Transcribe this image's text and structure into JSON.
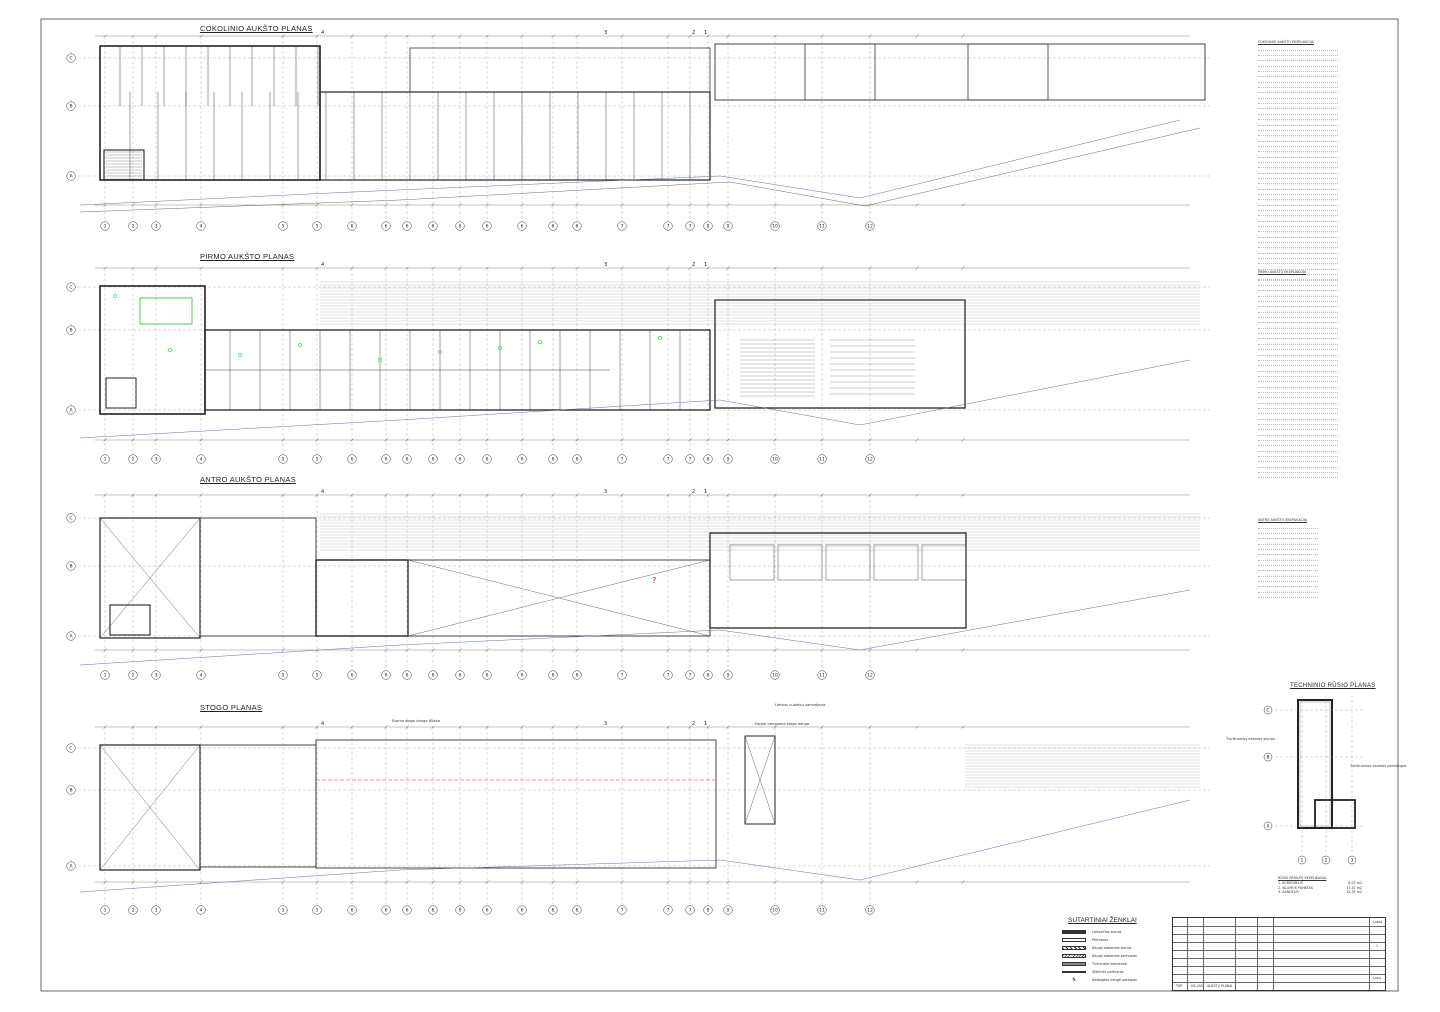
{
  "plans": {
    "basement": {
      "title": "COKOLINIO AUKŠTO PLANAS"
    },
    "first": {
      "title": "PIRMO AUKŠTO PLANAS"
    },
    "second": {
      "title": "ANTRO AUKŠTO PLANAS"
    },
    "roof": {
      "title": "STOGO PLANAS"
    },
    "tech": {
      "title": "TECHNINIO RŪSIO PLANAS"
    }
  },
  "grid": {
    "columns": [
      "1",
      "2",
      "3",
      "4",
      "5",
      "5",
      "6",
      "6",
      "6",
      "6",
      "6",
      "6",
      "6",
      "6",
      "6",
      "7",
      "7",
      "7",
      "8",
      "9",
      "10",
      "11",
      "12"
    ],
    "rows_main": [
      "C",
      "B",
      "A"
    ],
    "rows_tech": [
      "C",
      "B",
      "A"
    ],
    "cols_tech": [
      "1",
      "2",
      "3"
    ]
  },
  "dims": {
    "bay_3": "3",
    "bay_2": "2",
    "bay_4": "4",
    "bay_1": "1"
  },
  "schedules": {
    "basement_head": "COKOLINIO AUKŠTO EKSPLIKACIJA",
    "first_head": "PIRMO AUKŠTO EKSPLIKACIJA",
    "second_head": "ANTRO AUKŠTO EKSPLIKACIJA",
    "tech_head": "RŪSIO PATALPŲ EKSPLIKACIJA",
    "tech_rows": [
      {
        "name": "1. KORIDORIUS",
        "area": "8,07 m2"
      },
      {
        "name": "2. ŠILUMOS PUNKTAS",
        "area": "11,41 m2"
      },
      {
        "name": "3. SANDĖLIS",
        "area": "10,35 m2"
      }
    ]
  },
  "legend": {
    "heading": "SUTARTINIAI ŽENKLAI",
    "items": [
      "Laikančios sienos",
      "Pertvaros",
      "Naujai statomos sienos",
      "Naujai statomos pertvaros",
      "Tvirtinimo elementai",
      "Stiklinės pertvaros",
      "Nebaigtos įrengti patalpos"
    ]
  },
  "annotations": {
    "roof_note_1": "Esama stogo danga išlieka",
    "roof_note_2": "Naujai įrengiama stogo danga",
    "roof_note_3": "Lietaus nuotekų vamzdynas",
    "tech_note_1": "Tvirtinamos esamos sienos",
    "tech_note_2": "Tvirtinamos esamos perdangos"
  },
  "title_block": {
    "sheet_no": "1",
    "sheet_label": "Lapas",
    "sheets_label": "Lapų",
    "stage": "TDP",
    "scale": "M1:200",
    "drawing": "AUKŠTŲ PLANAI"
  },
  "colors": {
    "line": "#333333",
    "grid_line": "#999999",
    "hatch": "#666666",
    "green_marks": "#2ecc40",
    "red_marks": "#cc0000",
    "blue_lines": "#5577aa"
  }
}
